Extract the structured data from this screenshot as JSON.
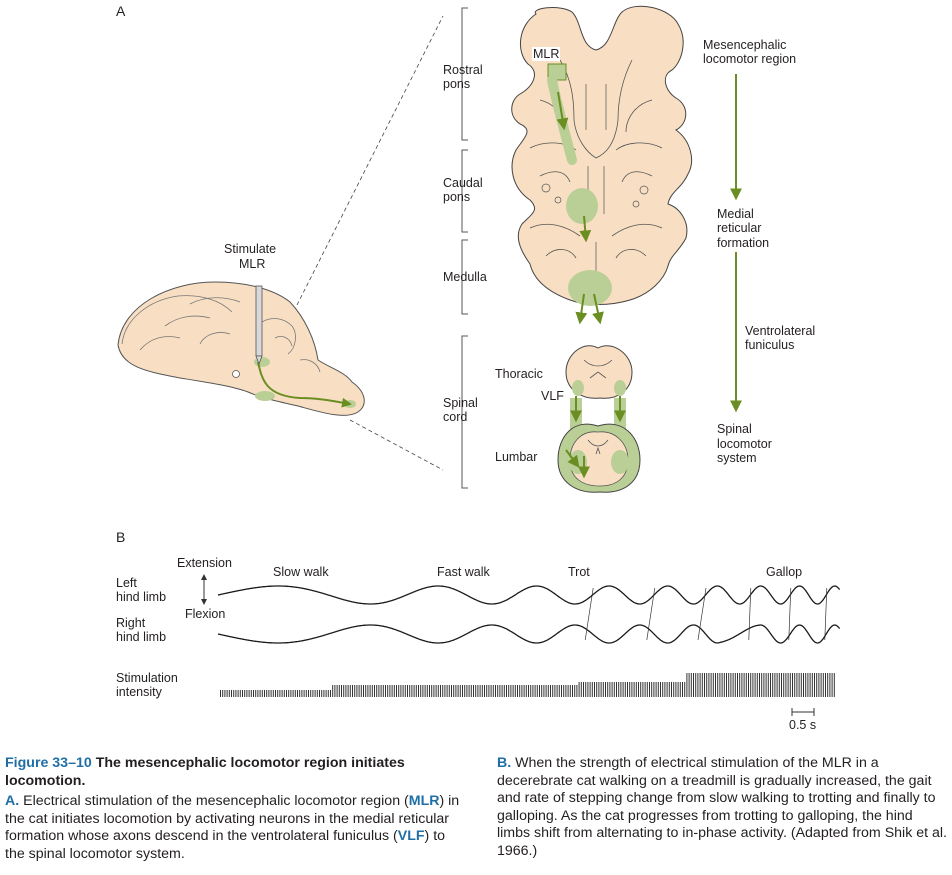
{
  "panel_a": {
    "letter": "A",
    "stimulate": "Stimulate",
    "mlr_label": "MLR",
    "mlr_tag": "MLR",
    "rostral": "Rostral",
    "pons1": "pons",
    "caudal": "Caudal",
    "pons2": "pons",
    "medulla": "Medulla",
    "spinal": "Spinal",
    "cord": "cord",
    "thoracic": "Thoracic",
    "vlf": "VLF",
    "lumbar": "Lumbar",
    "pathway": {
      "mes1": "Mesencephalic",
      "mes2": "locomotor region",
      "med1": "Medial",
      "med2": "reticular",
      "med3": "formation",
      "vent1": "Ventrolateral",
      "vent2": "funiculus",
      "spl1": "Spinal",
      "spl2": "locomotor",
      "spl3": "system"
    }
  },
  "panel_b": {
    "letter": "B",
    "extension": "Extension",
    "flexion": "Flexion",
    "left1": "Left",
    "left2": "hind limb",
    "right1": "Right",
    "right2": "hind limb",
    "slow_walk": "Slow walk",
    "fast_walk": "Fast walk",
    "trot": "Trot",
    "gallop": "Gallop",
    "stim1": "Stimulation",
    "stim2": "intensity",
    "scale": "0.5 s"
  },
  "caption": {
    "fig_num": "Figure 33–10",
    "title": "The mesencephalic locomotor region initiates locomotion.",
    "a_letter": "A.",
    "a_pre": "Electrical stimulation of the mesencephalic locomotor region (",
    "a_mlr": "MLR",
    "a_mid": ") in the cat initiates locomotion by activating neurons in the medial reticular formation whose axons descend in the ventrolateral funiculus (",
    "a_vlf": "VLF",
    "a_post": ") to the spinal locomotor system.",
    "b_letter": "B.",
    "b_text": "When the strength of electrical stimulation of the MLR in a decerebrate cat walking on a treadmill is gradually increased, the gait and rate of stepping change from slow walking to trotting and finally to galloping. As the cat progresses from trotting to galloping, the hind limbs shift from alternating to in-phase activity. (Adapted from Shik et al. 1966.)"
  },
  "colors": {
    "tissue": "#f8dfc3",
    "green": "#b9cf95",
    "arrow": "#6b8e23",
    "caption_blue": "#1f6fa6"
  }
}
